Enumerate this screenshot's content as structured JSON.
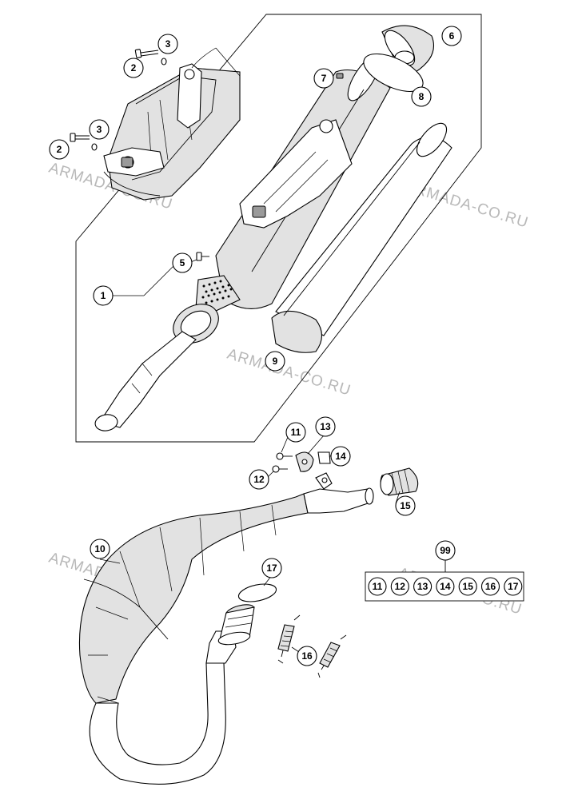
{
  "watermark": "ARMADA-CO.RU",
  "callouts": {
    "c1": "1",
    "c2a": "2",
    "c2b": "2",
    "c3a": "3",
    "c3b": "3",
    "c5": "5",
    "c6": "6",
    "c7": "7",
    "c8": "8",
    "c9": "9",
    "c10": "10",
    "c11": "11",
    "c12": "12",
    "c13": "13",
    "c14": "14",
    "c15": "15",
    "c16": "16",
    "c17": "17",
    "c99": "99"
  },
  "kit": {
    "label": "99",
    "items": [
      "11",
      "12",
      "13",
      "14",
      "15",
      "16",
      "17"
    ]
  },
  "colors": {
    "line": "#000000",
    "fill": "#e2e2e2",
    "watermark": "#b8b8b8"
  }
}
